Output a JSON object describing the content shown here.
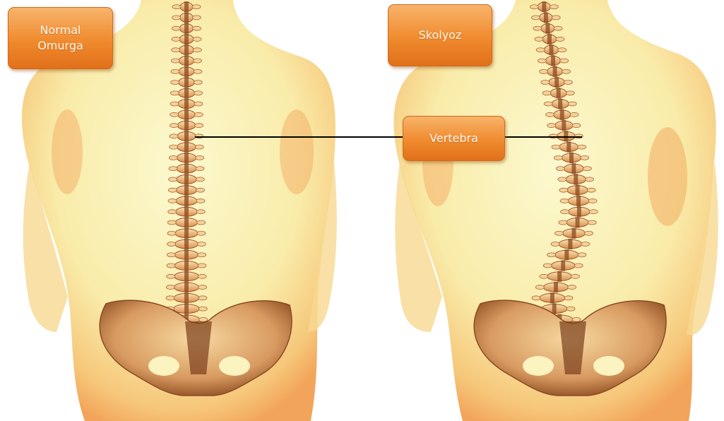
{
  "labels": {
    "normal_spine": "Normal\nOmurga",
    "scoliosis": "Skolyoz",
    "vertebra": "Vertebra"
  },
  "colors": {
    "skin_light": "#fbf7c4",
    "skin_mid": "#f8e79a",
    "skin_shadow": "#f2a55a",
    "bone_light": "#f8e0a8",
    "bone_dark": "#a0522d",
    "label_orange": "#f08a2e",
    "pointer_line": "#000000"
  }
}
